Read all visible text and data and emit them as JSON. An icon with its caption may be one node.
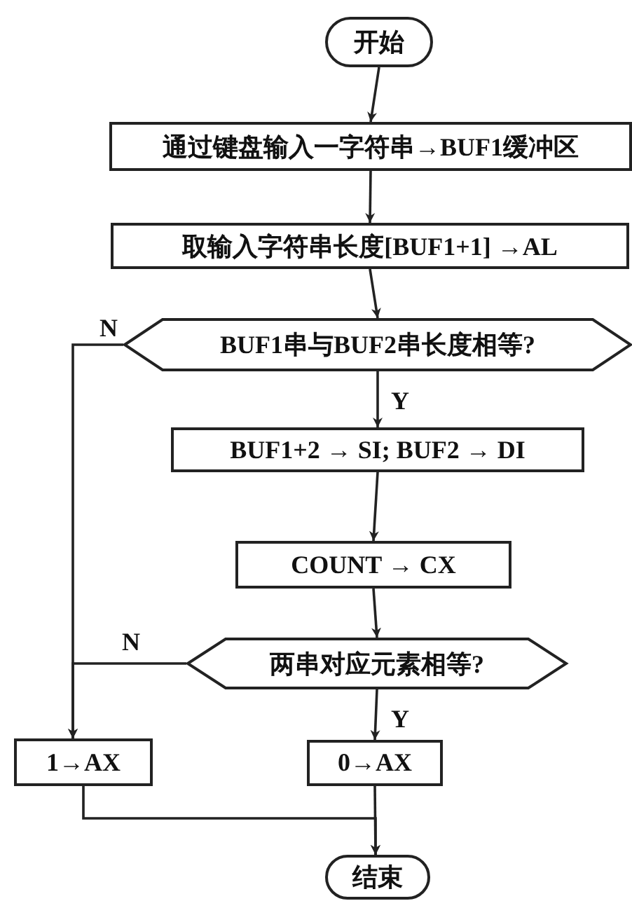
{
  "diagram": {
    "nodes": [
      {
        "text": [
          "开始"
        ]
      },
      {
        "text": [
          "通过键盘输入一字符串→BUF1缓冲区"
        ]
      },
      {
        "text": [
          "取输入字符串长度[BUF1+1] →AL"
        ]
      },
      {
        "text": [
          "BUF1串与BUF2串长度相等?"
        ]
      },
      {
        "text": [
          "BUF1+2 → SI;  BUF2 → DI"
        ]
      },
      {
        "text": [
          "COUNT → CX"
        ]
      },
      {
        "text": [
          "两串对应元素相等?"
        ]
      },
      {
        "text": [
          "1→AX"
        ]
      },
      {
        "text": [
          "0→AX"
        ]
      },
      {
        "text": [
          "结束"
        ]
      }
    ],
    "edges": [
      {
        "from": 0,
        "to": 1,
        "arrow": "to"
      },
      {
        "from": 1,
        "to": 2,
        "arrow": "to"
      },
      {
        "from": 2,
        "to": 3,
        "arrow": "to"
      },
      {
        "from": 3,
        "to": 4,
        "arrow": "to",
        "label": "Y"
      },
      {
        "from": 4,
        "to": 5,
        "arrow": "to"
      },
      {
        "from": 5,
        "to": 6,
        "arrow": "to"
      },
      {
        "from": 6,
        "to": 7,
        "arrow": "to",
        "label": "N"
      },
      {
        "from": 6,
        "to": 8,
        "arrow": "to",
        "label": "Y"
      },
      {
        "from": 3,
        "to": 7,
        "arrow": "to",
        "label": "N"
      },
      {
        "from": 7,
        "to": 9,
        "arrow": "to"
      },
      {
        "from": 8,
        "to": 9,
        "arrow": "to"
      }
    ]
  }
}
